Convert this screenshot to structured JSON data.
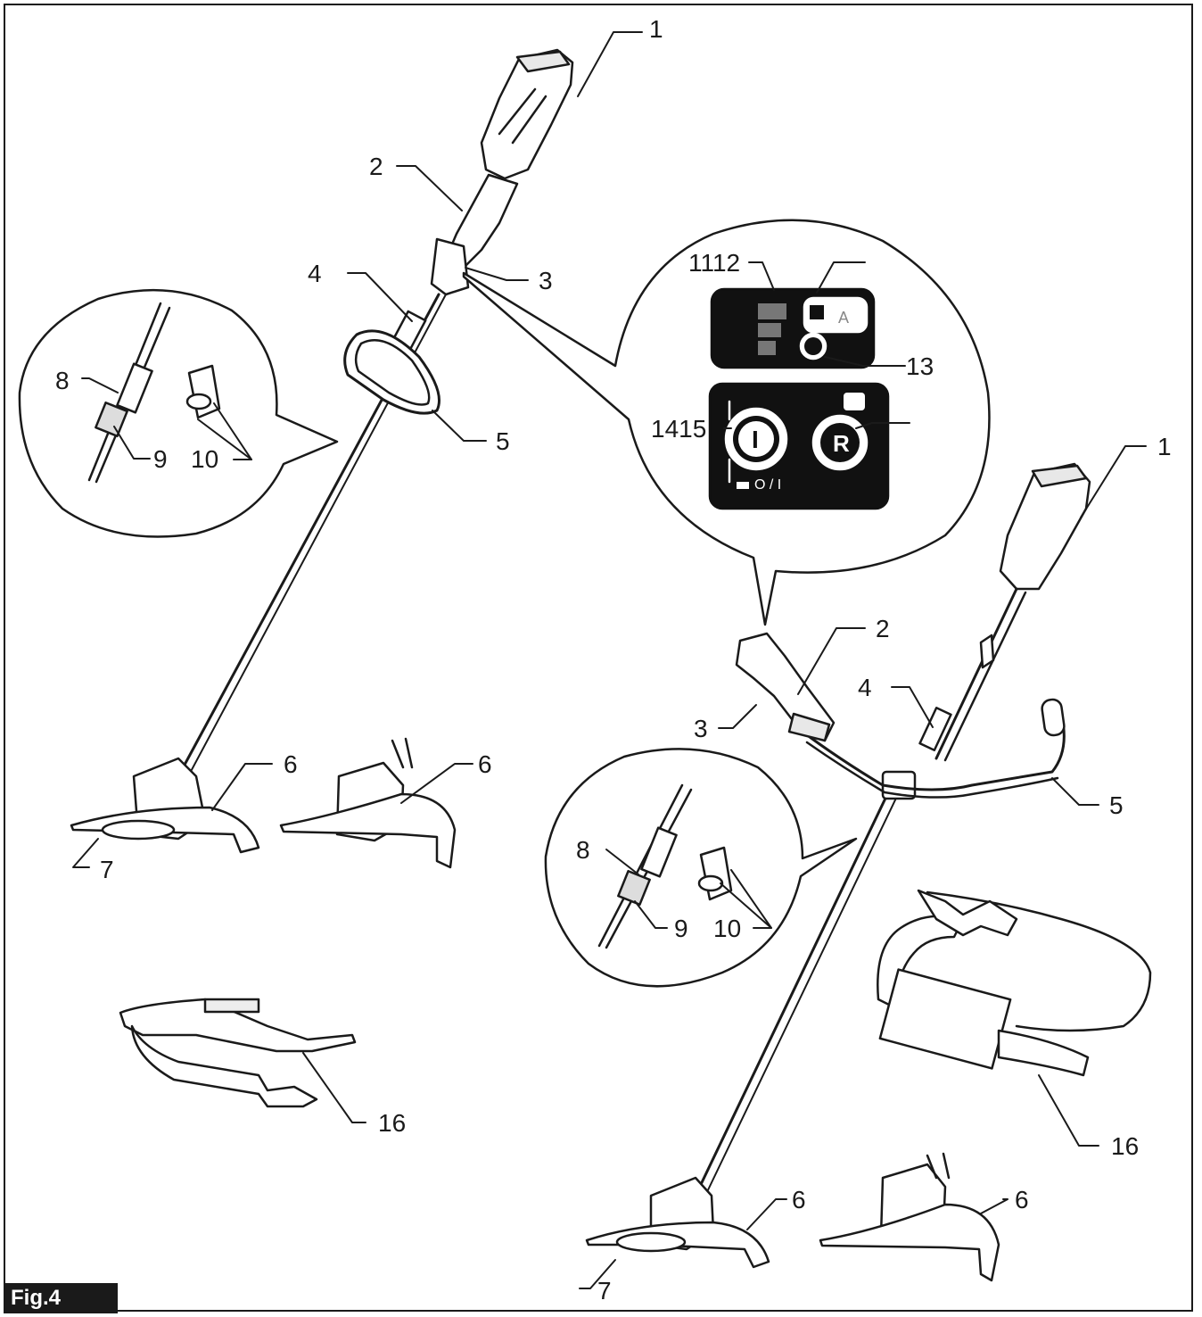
{
  "figure": {
    "label": "Fig.4"
  },
  "callouts": {
    "c1": "1",
    "c2": "2",
    "c3": "3",
    "c4": "4",
    "c5": "5",
    "c6": "6",
    "c7": "7",
    "c8": "8",
    "c9": "9",
    "c10": "10",
    "c11_12": "1112",
    "c13": "13",
    "c14_15": "1415",
    "c16": "16"
  },
  "control_panel": {
    "power_mode_text": "O / I",
    "reverse_button_glyph": "R",
    "power_button_glyph": "I",
    "auto_mode_glyph": "A"
  },
  "colors": {
    "line": "#1a1a1a",
    "panel": "#111111",
    "background": "#ffffff"
  }
}
